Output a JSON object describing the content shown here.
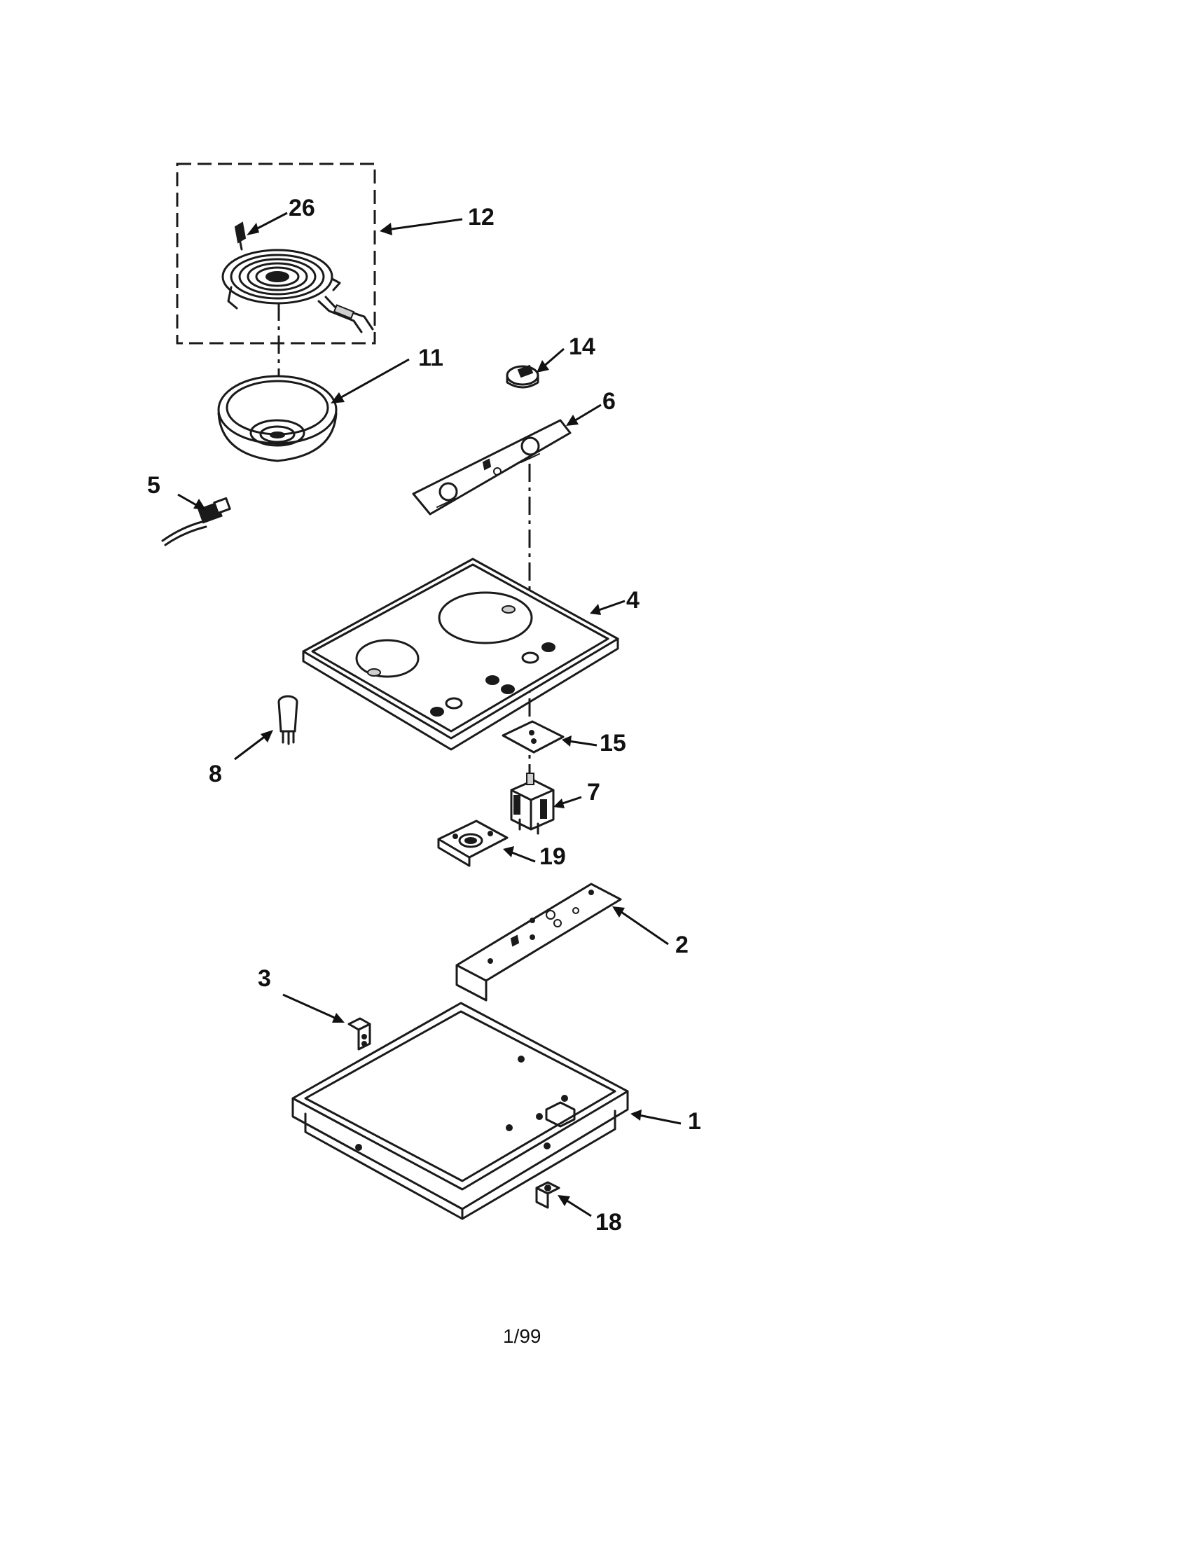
{
  "diagram": {
    "parts": [
      {
        "id": "p1",
        "label": "1"
      },
      {
        "id": "p2",
        "label": "2"
      },
      {
        "id": "p3",
        "label": "3"
      },
      {
        "id": "p4",
        "label": "4"
      },
      {
        "id": "p5",
        "label": "5"
      },
      {
        "id": "p6",
        "label": "6"
      },
      {
        "id": "p7",
        "label": "7"
      },
      {
        "id": "p8",
        "label": "8"
      },
      {
        "id": "p11",
        "label": "11"
      },
      {
        "id": "p12",
        "label": "12"
      },
      {
        "id": "p14",
        "label": "14"
      },
      {
        "id": "p15",
        "label": "15"
      },
      {
        "id": "p18",
        "label": "18"
      },
      {
        "id": "p19",
        "label": "19"
      },
      {
        "id": "p26",
        "label": "26"
      }
    ]
  },
  "footer": {
    "code": "1/99"
  }
}
